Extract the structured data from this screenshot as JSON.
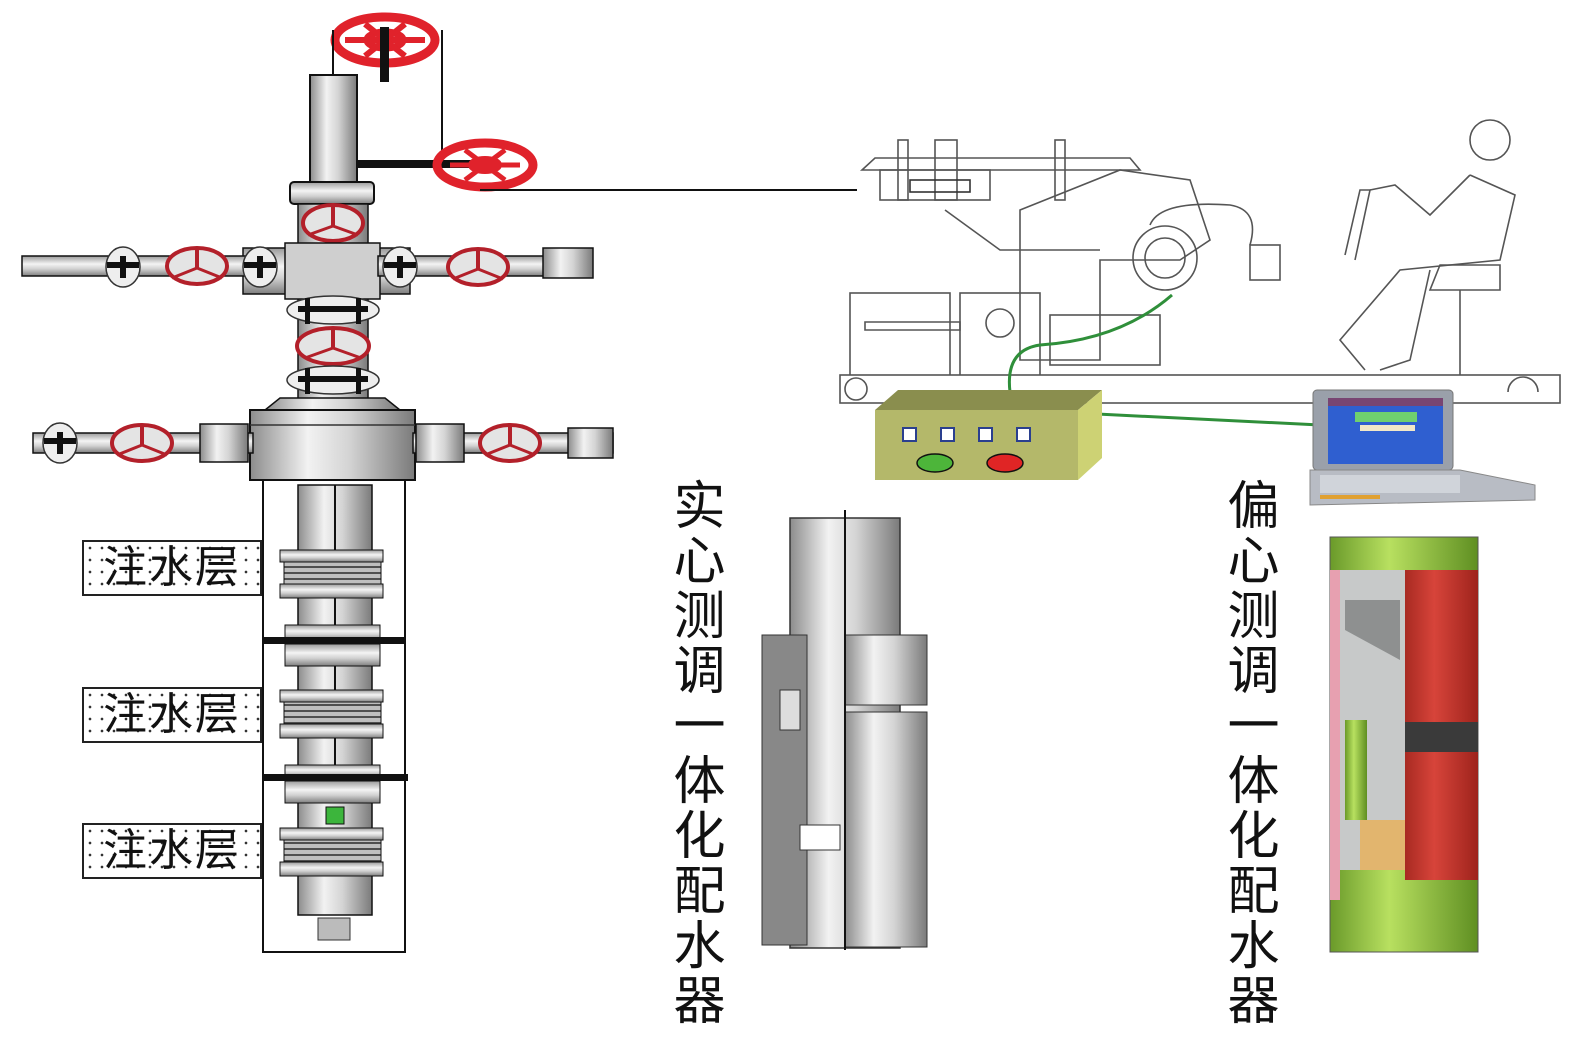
{
  "figure": {
    "type": "schematic",
    "subject": "integrated measurement-and-adjustment water injection system"
  },
  "wellhead": {
    "components": [
      "wellhead-tree",
      "handwheel-valves",
      "tubing-string",
      "packers",
      "water-distributors"
    ],
    "valve_color": "#e0222b",
    "layers": [
      {
        "label": "注水层"
      },
      {
        "label": "注水层"
      },
      {
        "label": "注水层"
      }
    ],
    "indicator_color": "#3cb53c"
  },
  "equipment": {
    "control_box": {
      "color": "#b4b86a",
      "indicator_count": 4,
      "buttons": [
        {
          "name": "start",
          "color": "#4db53a"
        },
        {
          "name": "stop",
          "color": "#e02525"
        }
      ]
    },
    "cable_color": "#2f8f3a",
    "laptop_screen_color": "#2f5fd0"
  },
  "tools": [
    {
      "label": "实心测调一体化配水器",
      "chars": "实心测调一体化配水器"
    },
    {
      "label": "偏心测调一体化配水器",
      "chars": "偏心测调一体化配水器"
    }
  ]
}
